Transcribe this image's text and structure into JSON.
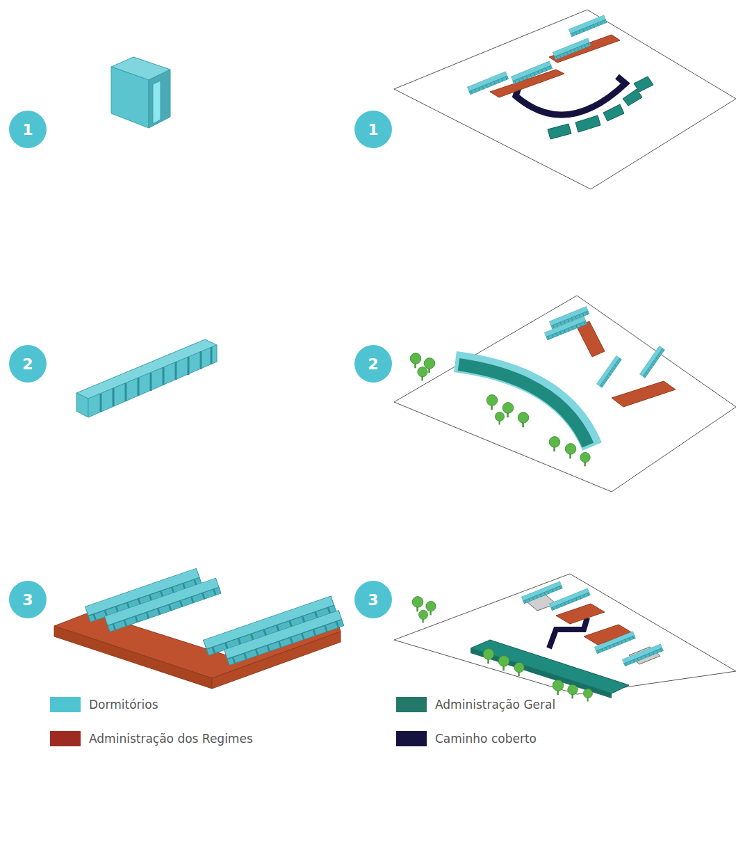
{
  "diagram": {
    "nodes": [
      {
        "text": [
          "1"
        ]
      },
      {
        "text": [
          "1"
        ]
      },
      {
        "text": [
          "2"
        ]
      },
      {
        "text": [
          "2"
        ]
      },
      {
        "text": [
          "3"
        ]
      },
      {
        "text": [
          "3"
        ]
      }
    ],
    "legend": [
      {
        "text": "Dormitórios",
        "color": "#4fc3d0"
      },
      {
        "text": "Administração Geral",
        "color": "#23786a"
      },
      {
        "text": "Administração dos Regimes",
        "color": "#9f2a22"
      },
      {
        "text": "Caminho coberto",
        "color": "#15123f"
      }
    ]
  }
}
